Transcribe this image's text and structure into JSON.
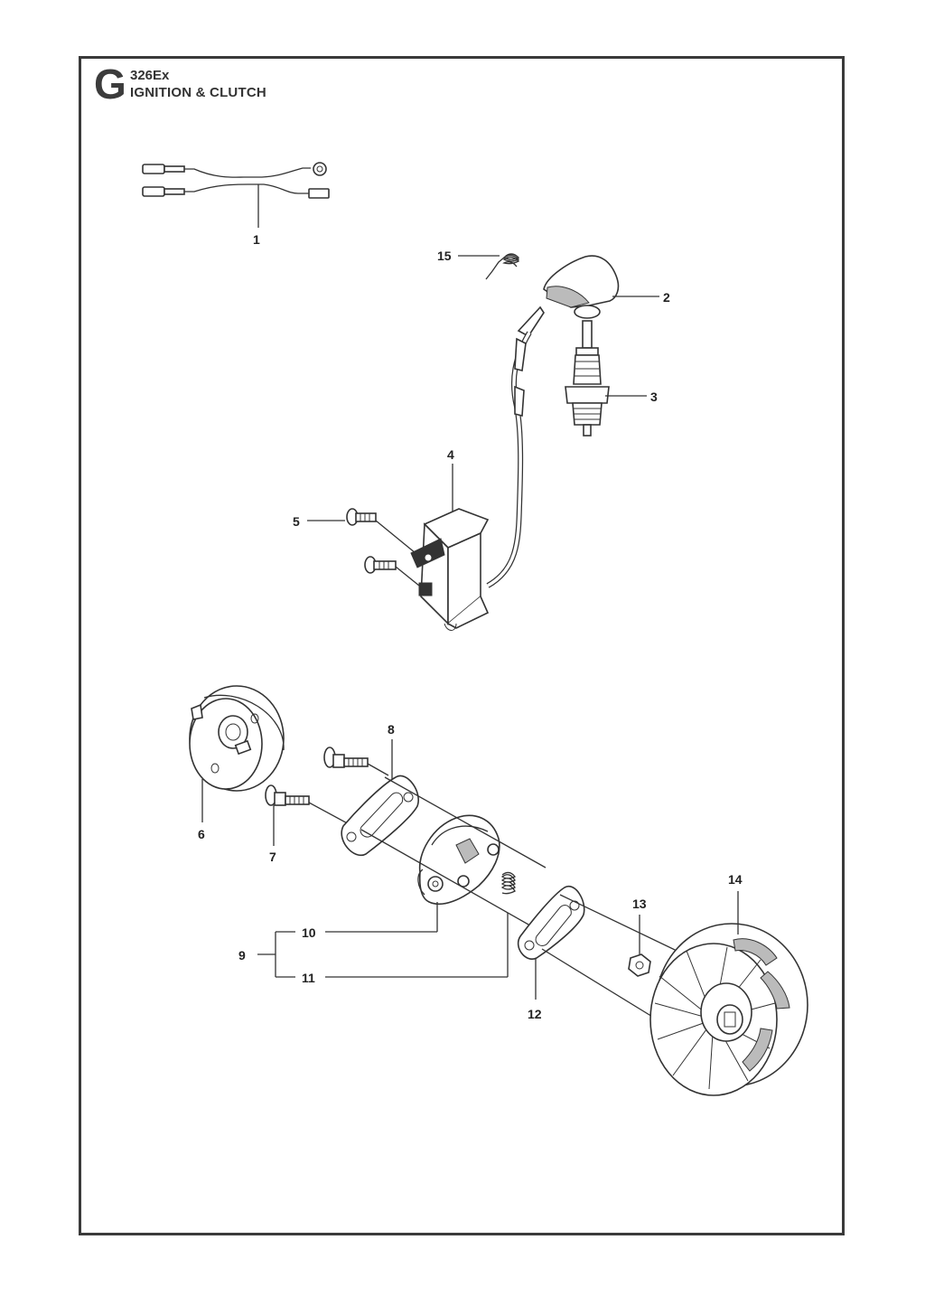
{
  "header": {
    "section_letter": "G",
    "model": "326Ex",
    "title": "IGNITION & CLUTCH"
  },
  "callouts": [
    {
      "id": "1",
      "label": "1"
    },
    {
      "id": "2",
      "label": "2"
    },
    {
      "id": "3",
      "label": "3"
    },
    {
      "id": "4",
      "label": "4"
    },
    {
      "id": "5",
      "label": "5"
    },
    {
      "id": "6",
      "label": "6"
    },
    {
      "id": "7",
      "label": "7"
    },
    {
      "id": "8",
      "label": "8"
    },
    {
      "id": "9",
      "label": "9"
    },
    {
      "id": "10",
      "label": "10"
    },
    {
      "id": "11",
      "label": "11"
    },
    {
      "id": "12",
      "label": "12"
    },
    {
      "id": "13",
      "label": "13"
    },
    {
      "id": "14",
      "label": "14"
    },
    {
      "id": "15",
      "label": "15"
    }
  ]
}
